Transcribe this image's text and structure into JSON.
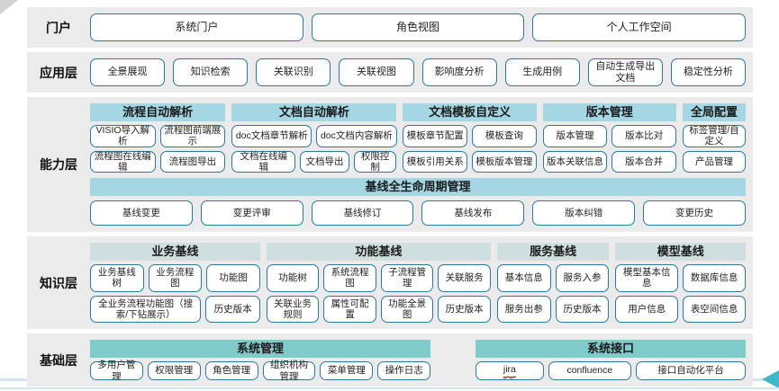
{
  "colors": {
    "button_border": "#2a7a9b",
    "band_background": "#ebebeb",
    "capability_header": "#a4d6e4",
    "knowledge_header": "#cfdede",
    "foundation_header": "#7ecbca",
    "flow_line": "#cfe6f4",
    "flow_arrow": "#3fb9c9"
  },
  "decorations": {
    "underlined_misspelled": [
      "jira"
    ],
    "flow_arrow_icon": "left-arrow-icon"
  },
  "layers": [
    {
      "id": "portal",
      "label": "门户",
      "buttons": [
        "系统门户",
        "角色视图",
        "个人工作空间"
      ]
    },
    {
      "id": "application",
      "label": "应用层",
      "buttons": [
        "全景展现",
        "知识检索",
        "关联识别",
        "关联视图",
        "影响度分析",
        "生成用例",
        "自动生成导出文档",
        "稳定性分析"
      ]
    },
    {
      "id": "capability",
      "label": "能力层",
      "groups": [
        {
          "title": "流程自动解析",
          "rows": [
            [
              "VISIO导入解析",
              "流程图前端展示"
            ],
            [
              "流程图在线编辑",
              "流程图导出"
            ]
          ]
        },
        {
          "title": "文档自动解析",
          "rows": [
            [
              "doc文档章节解析",
              "doc文档内容解析"
            ],
            [
              "文档在线编辑",
              "文档导出",
              "权限控制"
            ]
          ]
        },
        {
          "title": "文档模板自定义",
          "rows": [
            [
              "模板章节配置",
              "模板查询"
            ],
            [
              "模板引用关系",
              "模板版本管理"
            ]
          ]
        },
        {
          "title": "版本管理",
          "rows": [
            [
              "版本管理",
              "版本比对"
            ],
            [
              "版本关联信息",
              "版本合并"
            ]
          ]
        },
        {
          "title": "全局配置",
          "rows": [
            [
              "标签管理/自定义"
            ],
            [
              "产品管理"
            ]
          ]
        }
      ],
      "baseline": {
        "title": "基线全生命周期管理",
        "buttons": [
          "基线变更",
          "变更评审",
          "基线修订",
          "基线发布",
          "版本纠错",
          "变更历史"
        ]
      }
    },
    {
      "id": "knowledge",
      "label": "知识层",
      "groups": [
        {
          "title": "业务基线",
          "rows": [
            [
              "业务基线树",
              "业务流程图",
              "功能图"
            ],
            [
              "全业务流程功能图（搜索/下钻展示）",
              "历史版本"
            ]
          ]
        },
        {
          "title": "功能基线",
          "rows": [
            [
              "功能树",
              "系统流程图",
              "子流程管理",
              "关联服务"
            ],
            [
              "关联业务规则",
              "属性可配置",
              "功能全景图",
              "历史版本"
            ]
          ]
        },
        {
          "title": "服务基线",
          "rows": [
            [
              "基本信息",
              "服务入参"
            ],
            [
              "服务出参",
              "历史版本"
            ]
          ]
        },
        {
          "title": "模型基线",
          "rows": [
            [
              "模型基本信息",
              "数据库信息"
            ],
            [
              "用户信息",
              "表空间信息"
            ]
          ]
        }
      ]
    },
    {
      "id": "foundation",
      "label": "基础层",
      "groups": [
        {
          "title": "系统管理",
          "rows": [
            [
              "多用户管理",
              "权限管理",
              "角色管理",
              "组织机构管理",
              "菜单管理",
              "操作日志"
            ]
          ]
        },
        {
          "title": "系统接口",
          "rows": [
            [
              "jira",
              "confluence",
              "接口自动化平台"
            ]
          ]
        }
      ]
    }
  ]
}
